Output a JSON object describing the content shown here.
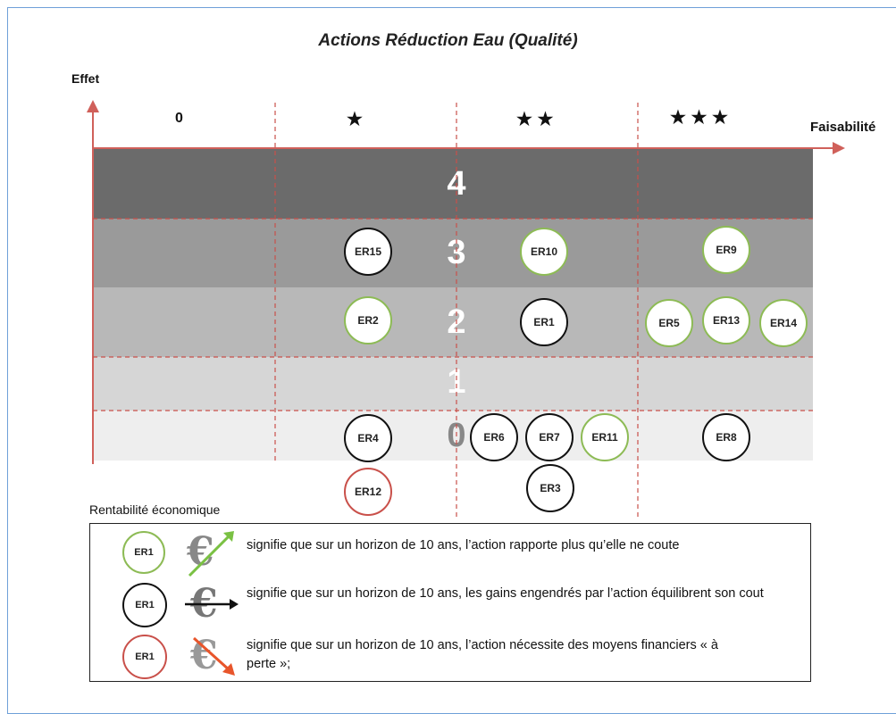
{
  "title": "Actions Réduction Eau (Qualité)",
  "y_axis_label": "Effet",
  "x_axis_label": "Faisabilité",
  "columns": [
    "0",
    "★",
    "★ ★",
    "★ ★ ★"
  ],
  "bands": [
    {
      "label": "4",
      "color": "#6b6b6b"
    },
    {
      "label": "3",
      "color": "#9a9a9a"
    },
    {
      "label": "2",
      "color": "#b8b8b8"
    },
    {
      "label": "1",
      "color": "#d6d6d6"
    },
    {
      "label": "0",
      "color": "#eeeeee"
    }
  ],
  "actions": [
    {
      "id": "ER15",
      "feasibility": 1,
      "effect": 3,
      "profitability": "equilibrium"
    },
    {
      "id": "ER10",
      "feasibility": 2,
      "effect": 3,
      "profitability": "positive"
    },
    {
      "id": "ER9",
      "feasibility": 3,
      "effect": 3,
      "profitability": "positive"
    },
    {
      "id": "ER2",
      "feasibility": 1,
      "effect": 2,
      "profitability": "positive"
    },
    {
      "id": "ER1",
      "feasibility": 2,
      "effect": 2,
      "profitability": "equilibrium"
    },
    {
      "id": "ER5",
      "feasibility": 3,
      "effect": 2,
      "profitability": "positive"
    },
    {
      "id": "ER13",
      "feasibility": 3,
      "effect": 2,
      "profitability": "positive"
    },
    {
      "id": "ER14",
      "feasibility": 3,
      "effect": 2,
      "profitability": "positive"
    },
    {
      "id": "ER4",
      "feasibility": 1,
      "effect": 0,
      "profitability": "equilibrium"
    },
    {
      "id": "ER6",
      "feasibility": 2,
      "effect": 0,
      "profitability": "equilibrium"
    },
    {
      "id": "ER7",
      "feasibility": 2,
      "effect": 0,
      "profitability": "equilibrium"
    },
    {
      "id": "ER11",
      "feasibility": 2,
      "effect": 0,
      "profitability": "positive"
    },
    {
      "id": "ER8",
      "feasibility": 3,
      "effect": 0,
      "profitability": "equilibrium"
    },
    {
      "id": "ER12",
      "feasibility": 1,
      "effect": null,
      "profitability": "negative"
    },
    {
      "id": "ER3",
      "feasibility": 2,
      "effect": null,
      "profitability": "equilibrium"
    }
  ],
  "legend": {
    "title": "Rentabilité économique",
    "items": [
      {
        "node": "ER1",
        "kind": "positive",
        "color": "#8dbb55",
        "arrow_color": "#7ac143",
        "text": "signifie que sur un horizon de 10 ans, l’action rapporte plus qu’elle ne coute"
      },
      {
        "node": "ER1",
        "kind": "equilibrium",
        "color": "#111111",
        "arrow_color": "#111111",
        "text": "signifie que sur un horizon de 10 ans, les gains engendrés par l’action équilibrent son cout"
      },
      {
        "node": "ER1",
        "kind": "negative",
        "color": "#c9504a",
        "arrow_color": "#e8552b",
        "text": "signifie que sur un horizon de 10 ans, l’action nécessite des moyens financiers « à perte »;"
      }
    ],
    "euro_symbol": "€"
  },
  "colors": {
    "axis": "#d0605a",
    "positive": "#8dbb55",
    "equilibrium": "#111111",
    "negative": "#c9504a"
  }
}
